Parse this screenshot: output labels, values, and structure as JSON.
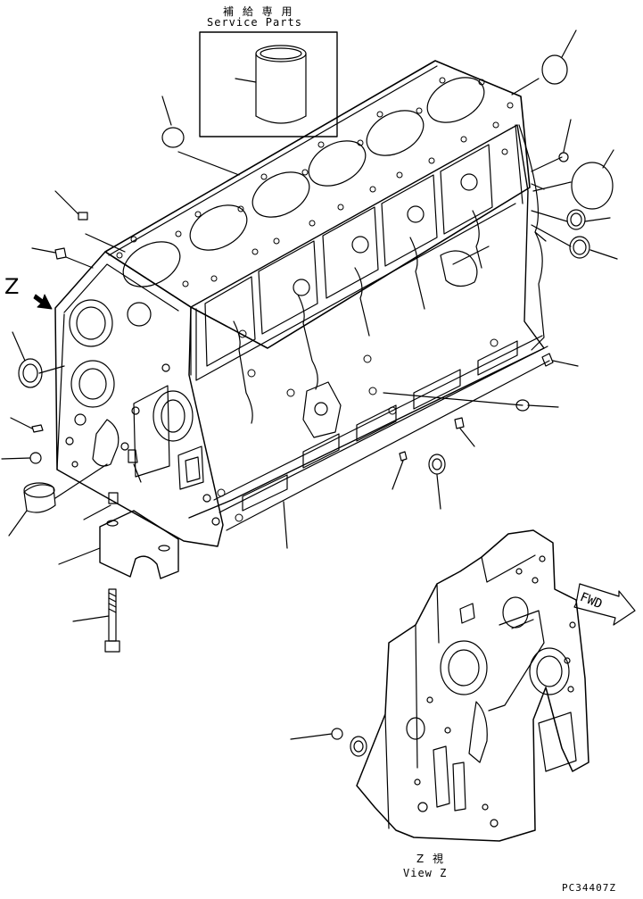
{
  "labels": {
    "service_parts_jp": "補 給 専 用",
    "service_parts_en": "Service Parts",
    "view_marker": "Z",
    "view_z_jp": "Z  視",
    "view_z_en": "View Z",
    "fwd": "FWD",
    "drawing_code": "PC34407Z"
  },
  "colors": {
    "line": "#000000",
    "background": "#ffffff"
  }
}
